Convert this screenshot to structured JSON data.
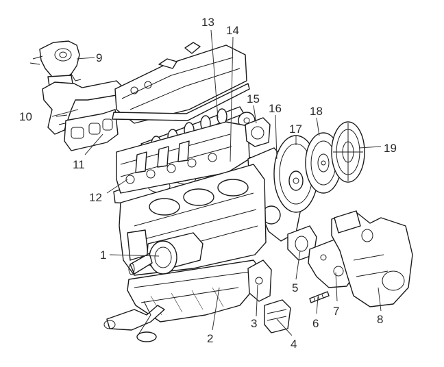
{
  "callouts": [
    {
      "id": "1",
      "label": "1"
    },
    {
      "id": "2",
      "label": "2"
    },
    {
      "id": "3",
      "label": "3"
    },
    {
      "id": "4",
      "label": "4"
    },
    {
      "id": "5",
      "label": "5"
    },
    {
      "id": "6",
      "label": "6"
    },
    {
      "id": "7",
      "label": "7"
    },
    {
      "id": "8",
      "label": "8"
    },
    {
      "id": "9",
      "label": "9"
    },
    {
      "id": "10",
      "label": "10"
    },
    {
      "id": "11",
      "label": "11"
    },
    {
      "id": "12",
      "label": "12"
    },
    {
      "id": "13",
      "label": "13"
    },
    {
      "id": "14",
      "label": "14"
    },
    {
      "id": "15",
      "label": "15"
    },
    {
      "id": "16",
      "label": "16"
    },
    {
      "id": "17",
      "label": "17"
    },
    {
      "id": "18",
      "label": "18"
    },
    {
      "id": "19",
      "label": "19"
    }
  ],
  "colors": {
    "line": "#1a1a1a",
    "label": "#2a2a2a",
    "background": "#ffffff"
  }
}
